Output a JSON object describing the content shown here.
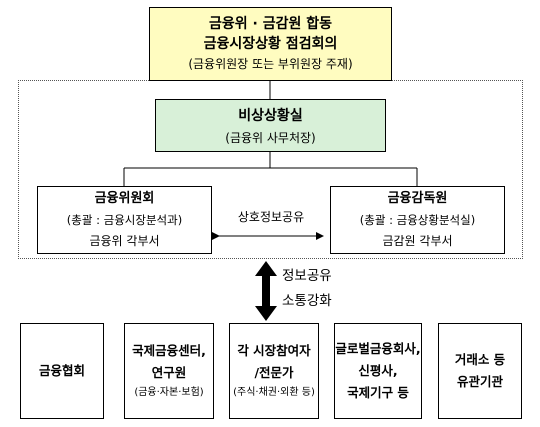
{
  "top_box": {
    "line1": "금융위 · 금감원 합동",
    "line2": "금융시장상황 점검회의",
    "line3": "(금융위원장 또는 부위원장 주재)"
  },
  "emergency_box": {
    "title": "비상상황실",
    "subtitle": "(금융위 사무처장)"
  },
  "fsc_box": {
    "title": "금융위원회",
    "detail": "(총괄 : 금융시장분석과)",
    "units": "금융위 각부서"
  },
  "fss_box": {
    "title": "금융감독원",
    "detail": "(총괄 : 금융상황분석실)",
    "units": "금감원 각부서"
  },
  "exchange_label": "상호정보공유",
  "info_label": {
    "line1": "정보공유",
    "line2": "소통강화"
  },
  "bottom_boxes": [
    {
      "line1": "금융협회",
      "line2": "",
      "small": ""
    },
    {
      "line1": "국제금융센터,",
      "line2": "연구원",
      "small": "(금융·자본·보험)"
    },
    {
      "line1": "각 시장참여자",
      "line2": "/전문가",
      "small": "(주식·채권·외환 등)"
    },
    {
      "line1": "글로벌금융회사,",
      "line2": "신평사,",
      "line3": "국제기구 등"
    },
    {
      "line1": "거래소 등",
      "line2": "유관기관",
      "small": ""
    }
  ],
  "colors": {
    "top_fill": "#fffcc0",
    "emergency_fill": "#d8f0d8",
    "border": "#000000"
  }
}
